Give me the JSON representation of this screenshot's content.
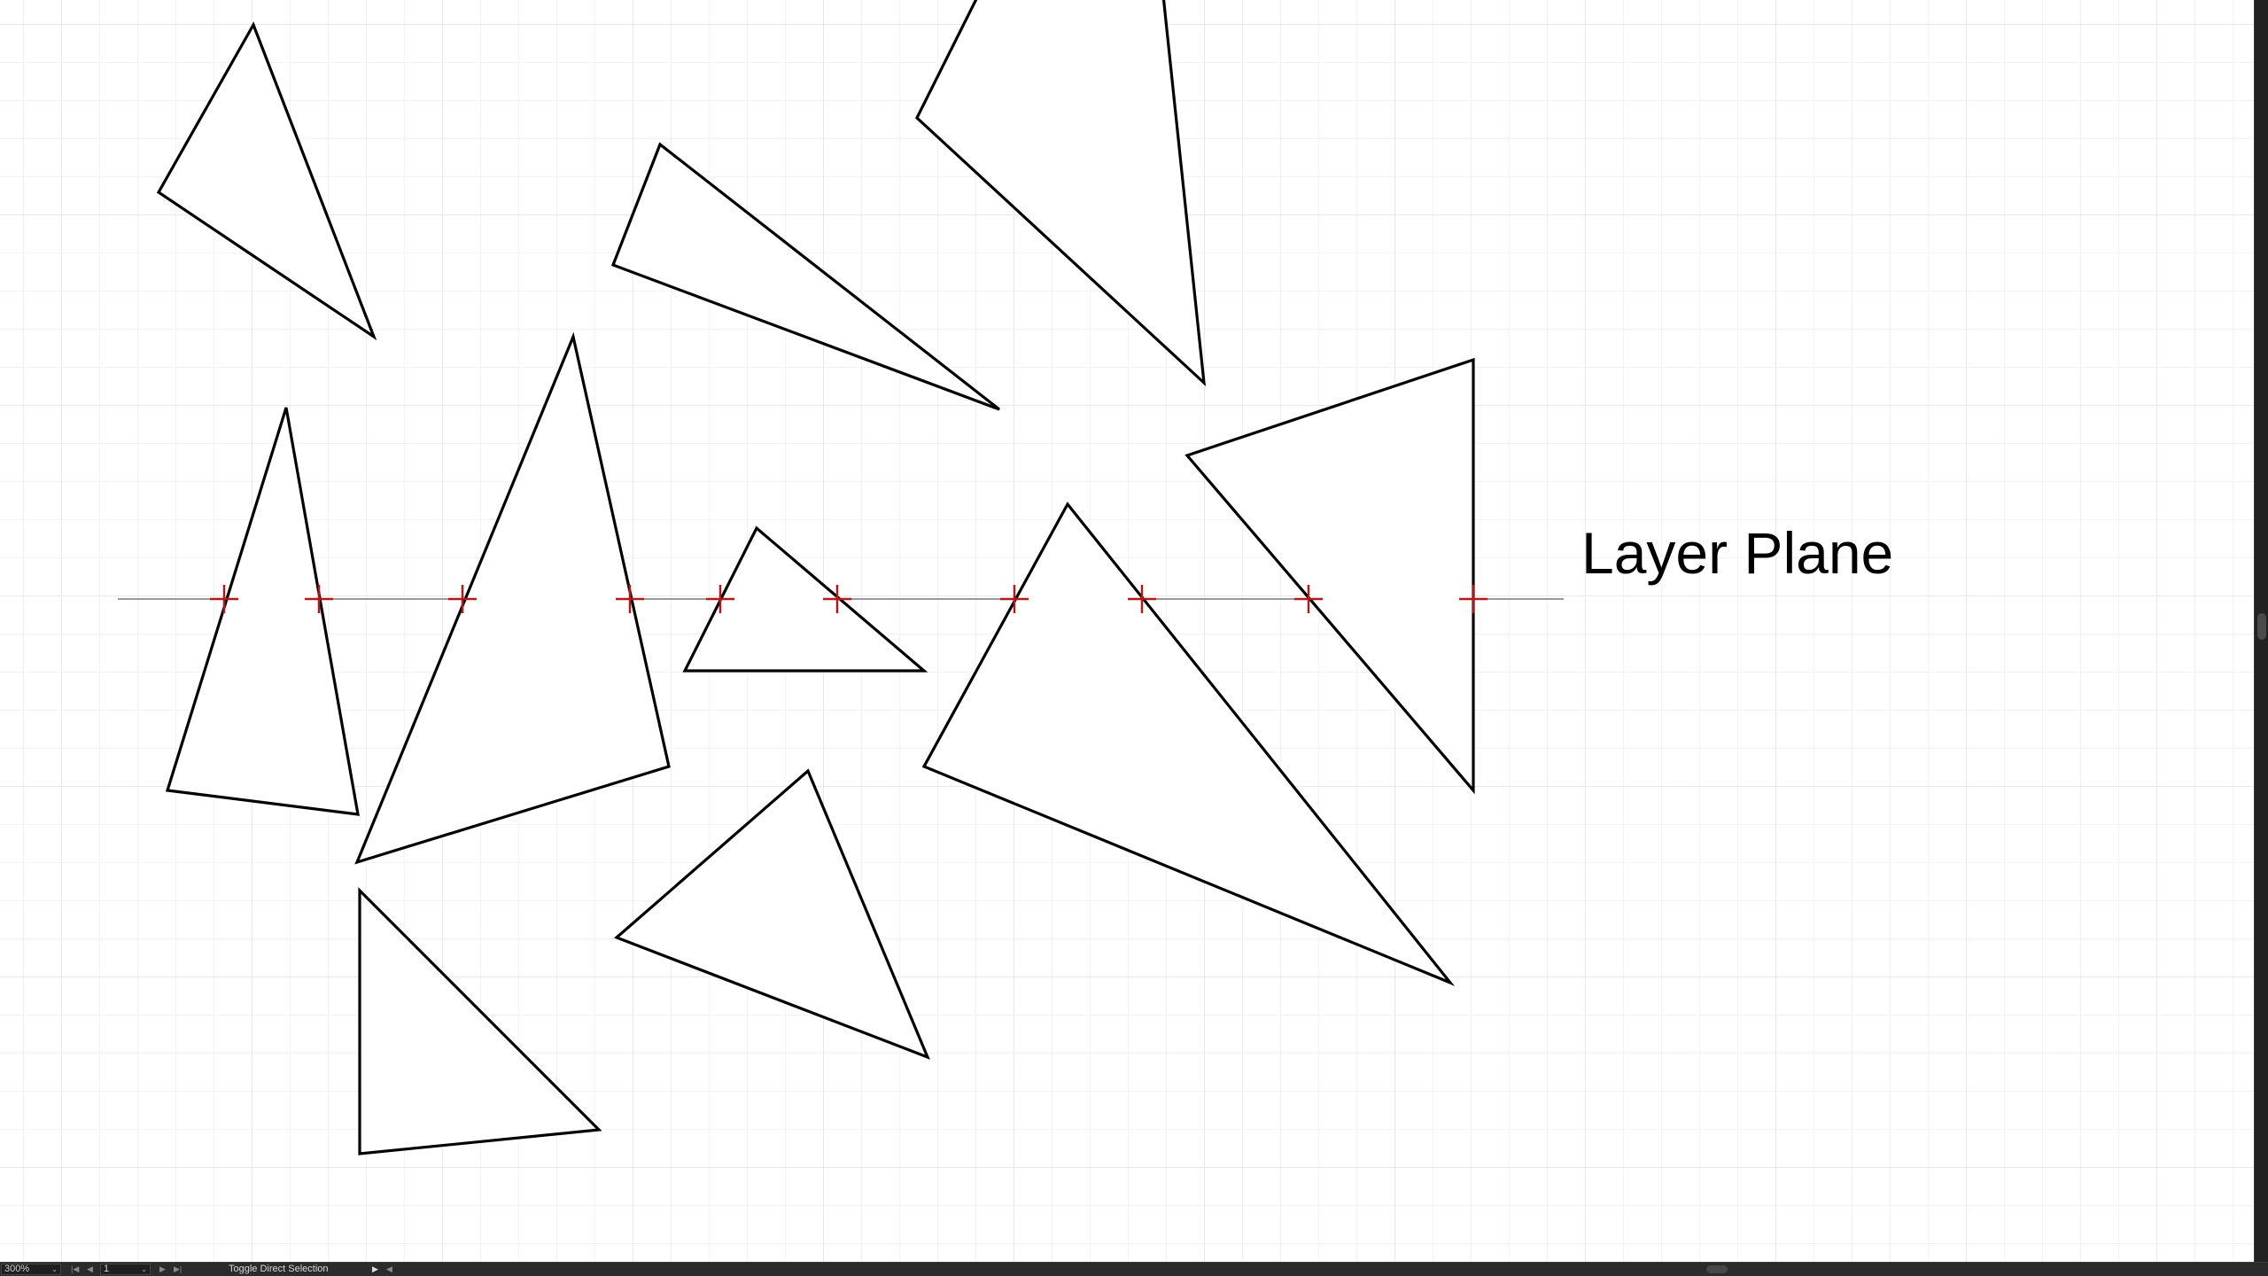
{
  "canvas": {
    "label": "Layer Plane"
  },
  "status_bar": {
    "zoom": "300%",
    "artboard_number": "1",
    "tool_status": "Toggle Direct Selection"
  },
  "icons": {
    "zoom_dropdown": "chevron-down-icon",
    "artboard_dropdown": "chevron-down-icon",
    "first_artboard": "first-icon",
    "previous_artboard": "previous-icon",
    "next_artboard": "next-icon",
    "last_artboard": "last-icon",
    "status_menu": "play-icon",
    "scroll_left": "arrow-left-icon"
  },
  "colors": {
    "crosshair": "#b01a1a",
    "plane_line": "#9a9a9a",
    "status_bar": "#2b2b2b"
  }
}
